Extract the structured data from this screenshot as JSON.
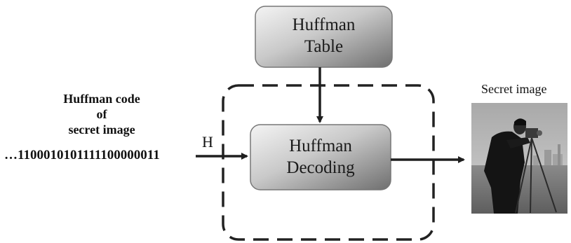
{
  "nodes": {
    "huffman_table": {
      "line1": "Huffman",
      "line2": "Table"
    },
    "huffman_decoding": {
      "line1": "Huffman",
      "line2": "Decoding"
    }
  },
  "input": {
    "caption_line1": "Huffman code",
    "caption_line2": "of",
    "caption_line3": "secret image",
    "bitstream": "…1100010101111100000011",
    "edge_label": "H"
  },
  "output": {
    "caption": "Secret image",
    "image_icon": "cameraman-photo"
  }
}
